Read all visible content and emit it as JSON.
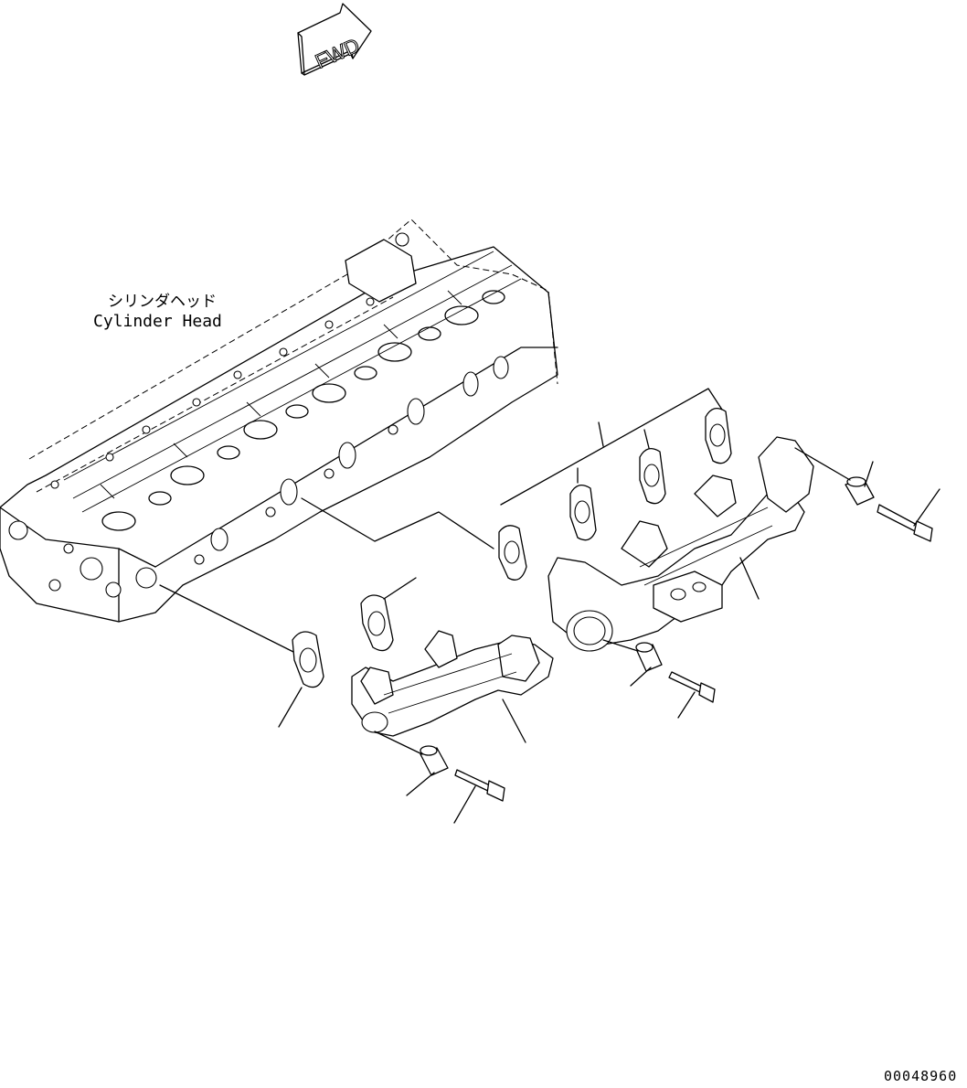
{
  "fwd_label": "FWD",
  "cylinder_head": {
    "label_jp": "シリンダヘッド",
    "label_en": "Cylinder Head"
  },
  "drawing_number": "00048960"
}
